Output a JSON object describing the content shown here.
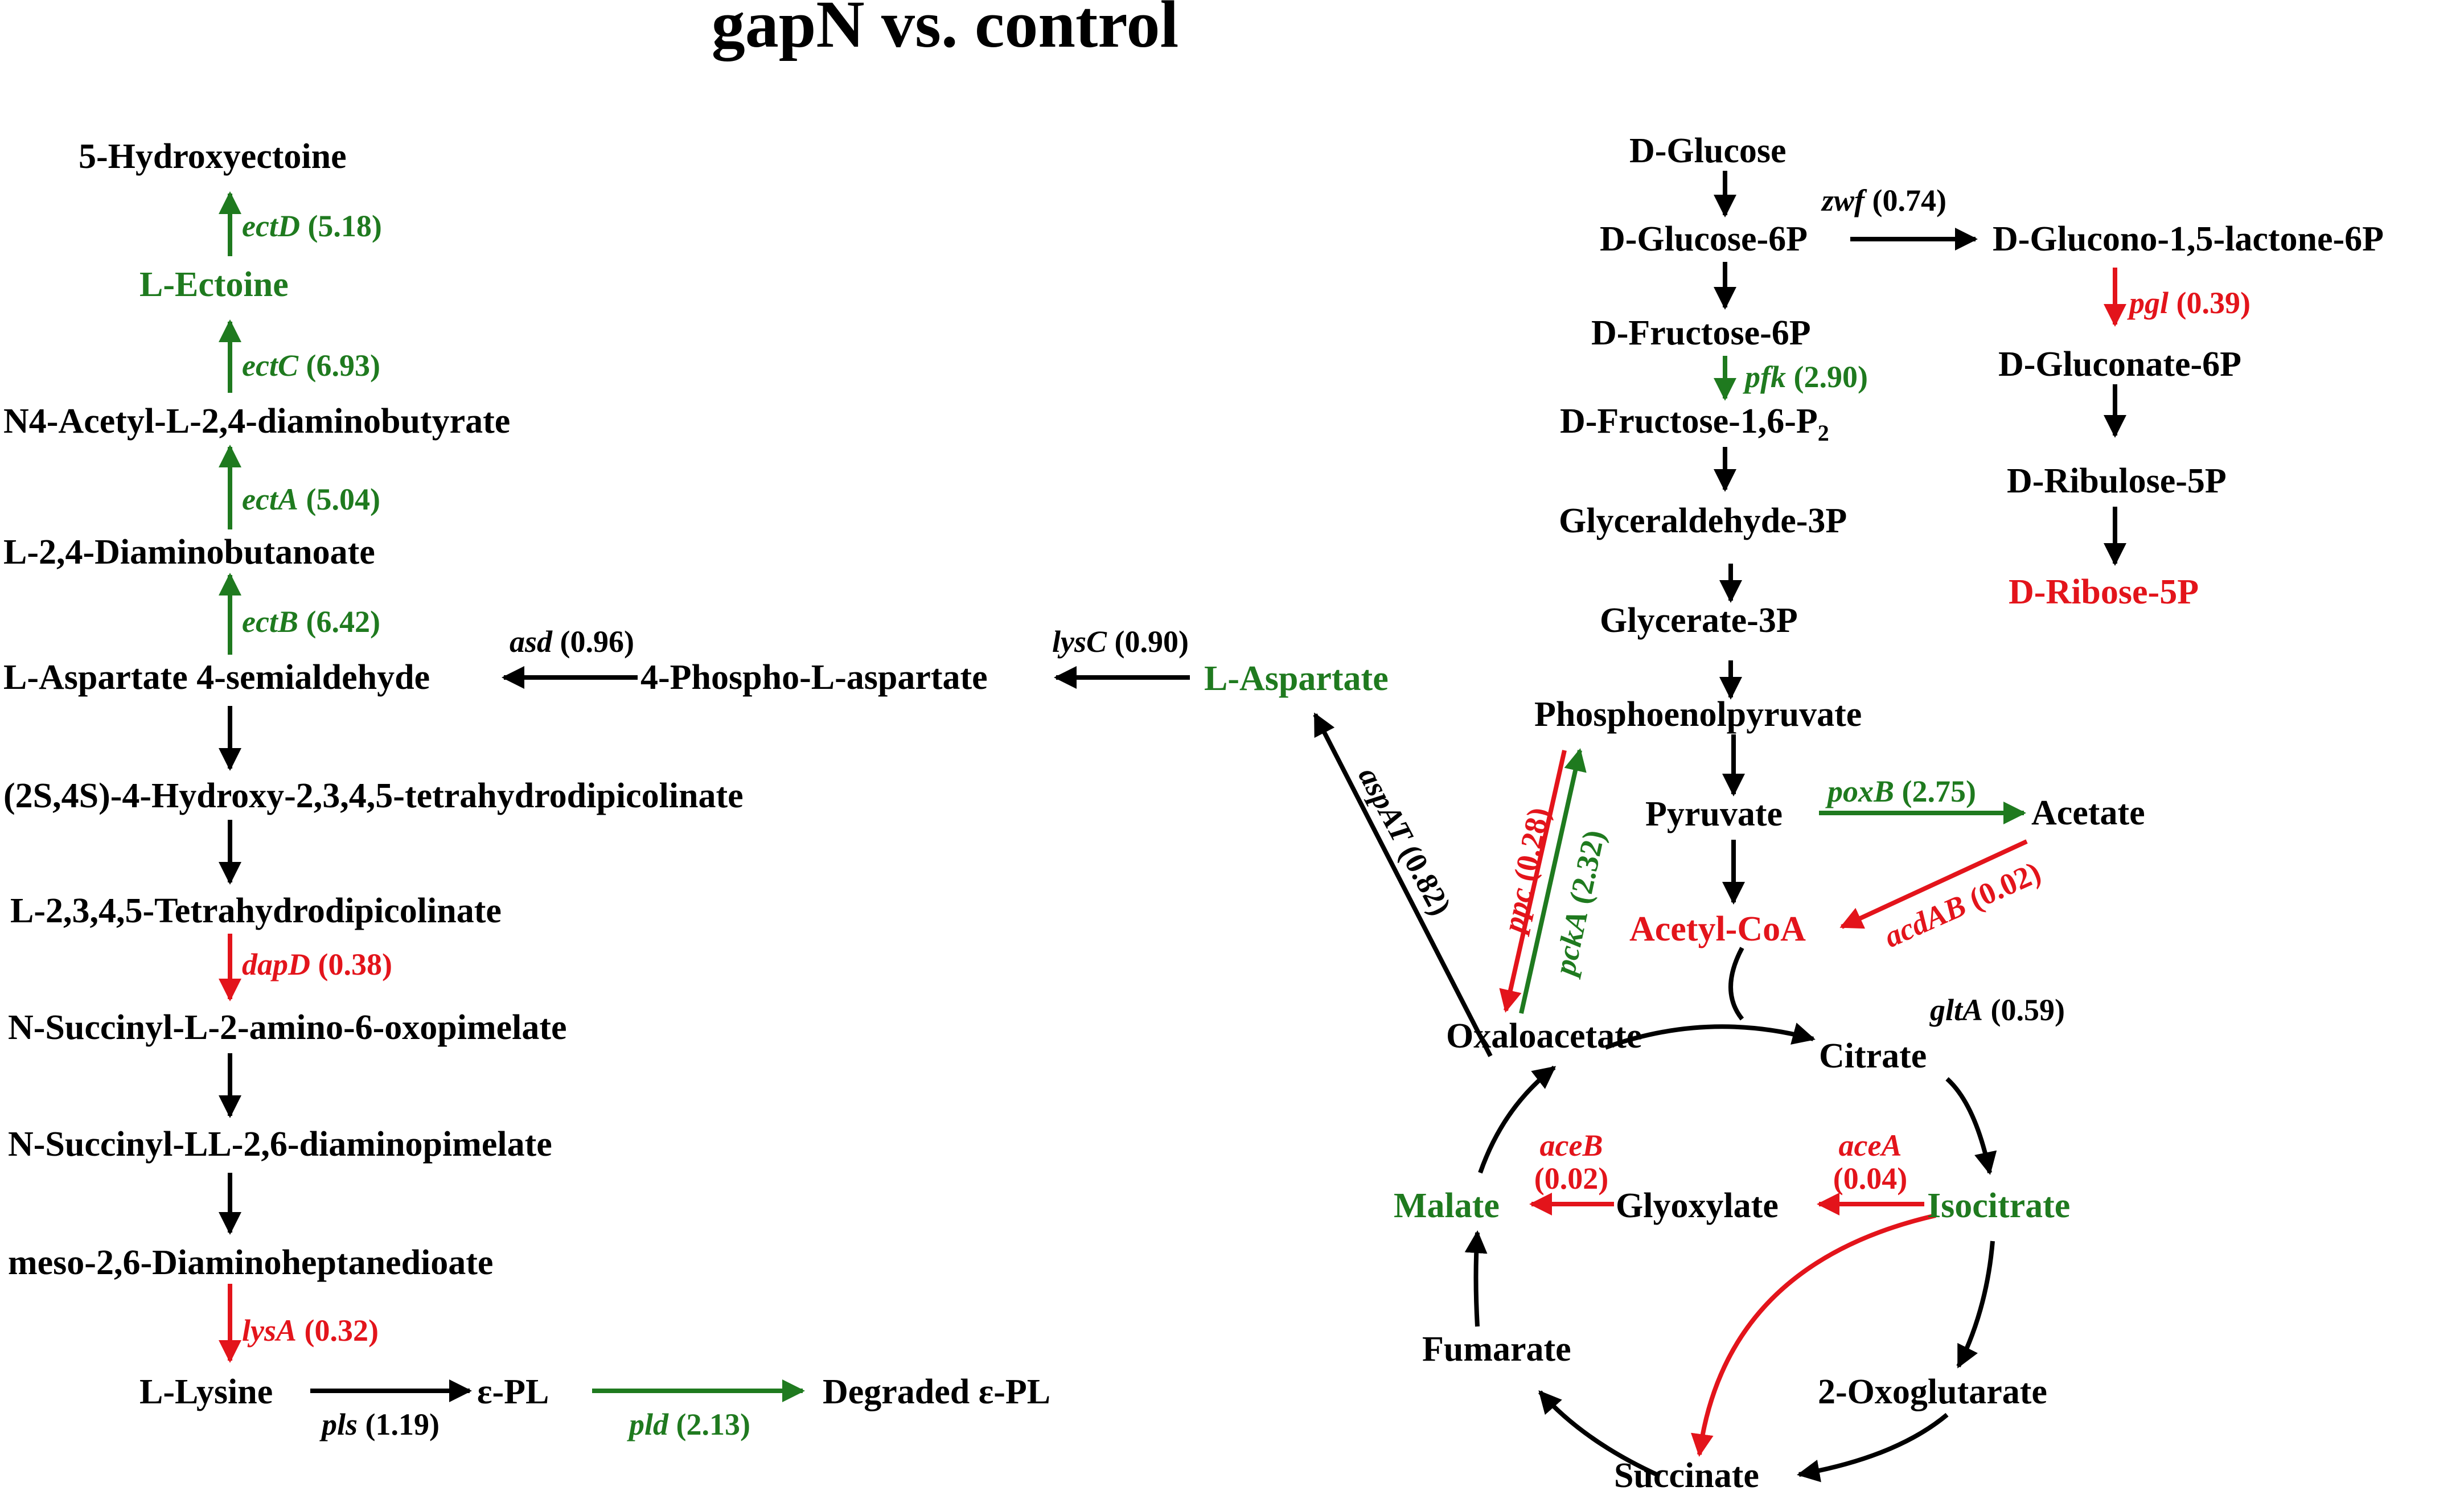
{
  "title": "gapN vs. control",
  "colors": {
    "up": "#1f7a1f",
    "down": "#e3141b",
    "neutral": "#000000"
  },
  "metabolites": {
    "hydroxyectoine": "5-Hydroxyectoine",
    "ectoine": "L-Ectoine",
    "n4_acetyl": "N4-Acetyl-L-2,4-diaminobutyrate",
    "diaminobutanoate": "L-2,4-Diaminobutanoate",
    "asp_semialdehyde": "L-Aspartate 4-semialdehyde",
    "phospho_asp": "4-Phospho-L-aspartate",
    "aspartate": "L-Aspartate",
    "hthdp": "(2S,4S)-4-Hydroxy-2,3,4,5-tetrahydrodipicolinate",
    "thdp": "L-2,3,4,5-Tetrahydrodipicolinate",
    "succinyl_amino": "N-Succinyl-L-2-amino-6-oxopimelate",
    "succinyl_dap": "N-Succinyl-LL-2,6-diaminopimelate",
    "meso_dap": "meso-2,6-Diaminoheptanedioate",
    "lysine": "L-Lysine",
    "epl": "ε-PL",
    "degraded_epl": "Degraded ε-PL",
    "glucose": "D-Glucose",
    "glucose6p": "D-Glucose-6P",
    "gluconolactone": "D-Glucono-1,5-lactone-6P",
    "fructose6p": "D-Fructose-6P",
    "fbp_base": "D-Fructose-1,6-P",
    "fbp_sub": "2",
    "gluconate6p": "D-Gluconate-6P",
    "g3p": "Glyceraldehyde-3P",
    "ribulose5p": "D-Ribulose-5P",
    "ribose5p": "D-Ribose-5P",
    "glycerate3p": "Glycerate-3P",
    "pep": "Phosphoenolpyruvate",
    "pyruvate": "Pyruvate",
    "acetate": "Acetate",
    "acetyl_coa": "Acetyl-CoA",
    "oxaloacetate": "Oxaloacetate",
    "citrate": "Citrate",
    "malate": "Malate",
    "glyoxylate": "Glyoxylate",
    "isocitrate": "Isocitrate",
    "fumarate": "Fumarate",
    "oxoglutarate": "2-Oxoglutarate",
    "succinate": "Succinate"
  },
  "enzymes": {
    "ectD": {
      "gene": "ectD",
      "value": "(5.18)"
    },
    "ectC": {
      "gene": "ectC",
      "value": "(6.93)"
    },
    "ectA": {
      "gene": "ectA",
      "value": "(5.04)"
    },
    "ectB": {
      "gene": "ectB",
      "value": "(6.42)"
    },
    "asd": {
      "gene": "asd",
      "value": "(0.96)"
    },
    "lysC": {
      "gene": "lysC",
      "value": "(0.90)"
    },
    "aspAT": {
      "gene": "aspAT",
      "value": "(0.82)"
    },
    "dapD": {
      "gene": "dapD",
      "value": "(0.38)"
    },
    "lysA": {
      "gene": "lysA",
      "value": "(0.32)"
    },
    "pls": {
      "gene": "pls",
      "value": "(1.19)"
    },
    "pld": {
      "gene": "pld",
      "value": "(2.13)"
    },
    "zwf": {
      "gene": "zwf",
      "value": "(0.74)"
    },
    "pgl": {
      "gene": "pgl",
      "value": "(0.39)"
    },
    "pfk": {
      "gene": "pfk",
      "value": "(2.90)"
    },
    "ppc": {
      "gene": "ppc",
      "value": "(0.28)"
    },
    "pckA": {
      "gene": "pckA",
      "value": "(2.32)"
    },
    "poxB": {
      "gene": "poxB",
      "value": "(2.75)"
    },
    "acdAB": {
      "gene": "acdAB",
      "value": "(0.02)"
    },
    "gltA": {
      "gene": "gltA",
      "value": "(0.59)"
    },
    "aceB": {
      "gene": "aceB",
      "value": "(0.02)"
    },
    "aceA": {
      "gene": "aceA",
      "value": "(0.04)"
    }
  }
}
